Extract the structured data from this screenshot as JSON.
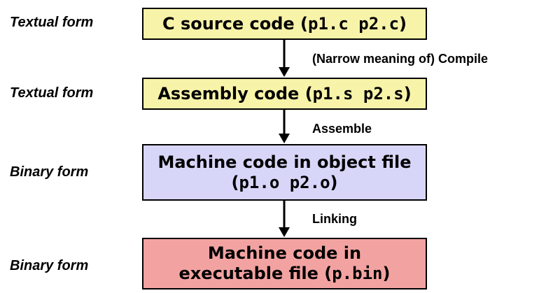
{
  "rows": [
    {
      "form_label": "Textual form",
      "box_text": "C source code",
      "open": "(",
      "files": "p1.c p2.c",
      "close": ")"
    },
    {
      "form_label": "Textual form",
      "box_text": "Assembly code",
      "open": "(",
      "files": "p1.s p2.s",
      "close": ")"
    },
    {
      "form_label": "Binary form",
      "box_text": "Machine code in object file",
      "open": "(",
      "files": "p1.o p2.o",
      "close": ")"
    },
    {
      "form_label": "Binary form",
      "box_line1": "Machine code in",
      "box_line2": "executable file",
      "open": "(",
      "files": "p.bin",
      "close": ")"
    }
  ],
  "steps": [
    "(Narrow meaning of) Compile",
    "Assemble",
    "Linking"
  ],
  "colors": {
    "source_box": "#f7f3a9",
    "assembly_box": "#f7f3a9",
    "object_box": "#d8d6f8",
    "executable_box": "#f2a3a1",
    "border": "#000000"
  }
}
